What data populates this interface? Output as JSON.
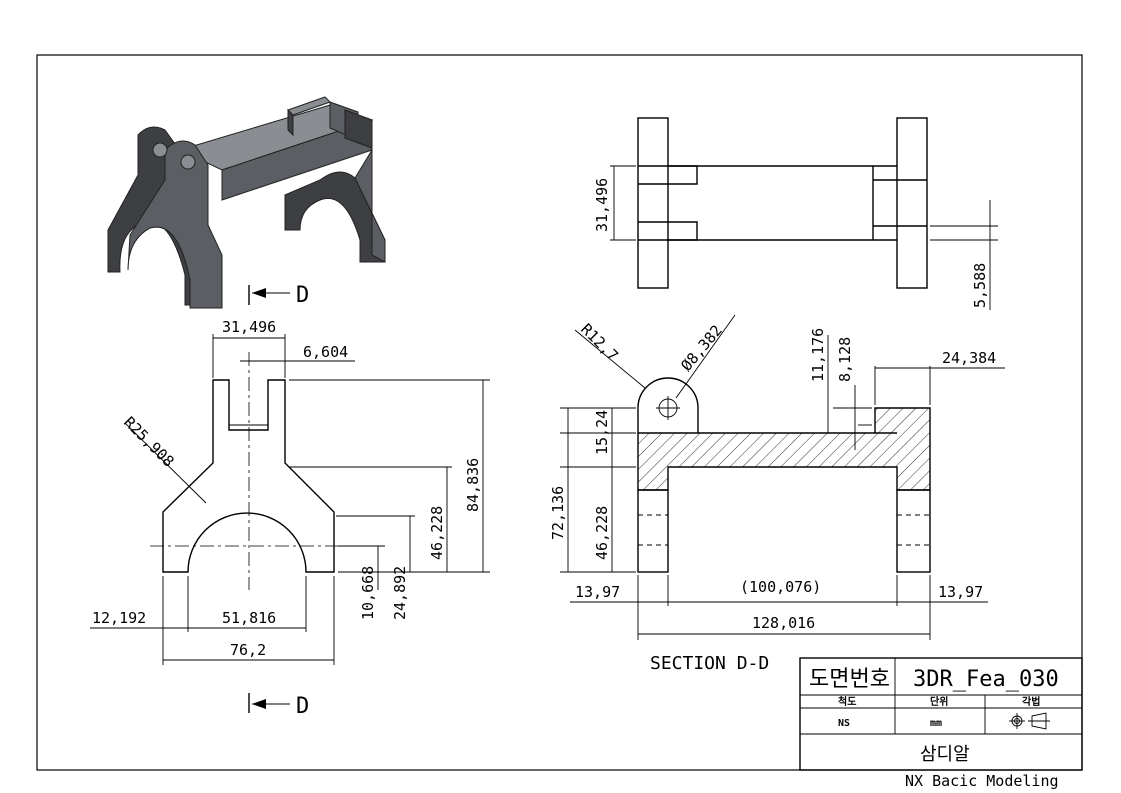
{
  "section_label": "D",
  "section_caption": "SECTION D-D",
  "front_view": {
    "dims": [
      "31,496",
      "6,604",
      "R25,908",
      "84,836",
      "46,228",
      "24,892",
      "10,668",
      "12,192",
      "51,816",
      "76,2"
    ]
  },
  "top_view": {
    "dims": [
      "31,496",
      "5,588"
    ]
  },
  "section_view": {
    "dims": [
      "R12,7",
      "Ø8,382",
      "11,176",
      "8,128",
      "24,384",
      "15,24",
      "72,136",
      "46,228",
      "13,97",
      "(100,076)",
      "13,97",
      "128,016"
    ]
  },
  "title_block": {
    "drawing_no_label": "도면번호",
    "drawing_no": "3DR_Fea_030",
    "scale_label": "척도",
    "unit_label": "단위",
    "projection_label": "각법",
    "scale_value": "NS",
    "unit_value": "mm",
    "part_name": "삼디알",
    "footer": "NX Bacic Modeling"
  },
  "colors": {
    "line": "#000000",
    "iso_dark": "#3d3f42",
    "iso_mid": "#5b5e62",
    "iso_light": "#8a8d91"
  }
}
